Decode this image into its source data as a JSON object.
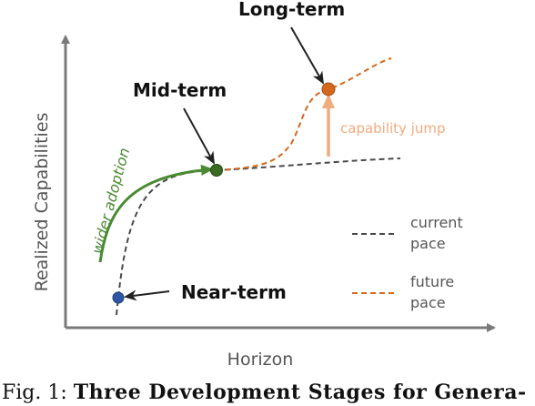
{
  "axes": {
    "x_label": "Horizon",
    "y_label": "Realized Capabilities"
  },
  "stages": {
    "near_term": "Near-term",
    "mid_term": "Mid-term",
    "long_term": "Long-term"
  },
  "annotations": {
    "wider_adoption": "wider adoption",
    "capability_jump": "capability jump"
  },
  "legend": {
    "current_line1": "current",
    "current_line2": "pace",
    "future_line1": "future",
    "future_line2": "pace"
  },
  "caption": {
    "prefix": "Fig. 1:",
    "title": "Three Development Stages for Genera-"
  },
  "colors": {
    "current_pace": "#4a4a4a",
    "future_pace": "#d2691e",
    "adoption_green": "#4a8a32",
    "near_dot": "#2f56a8",
    "mid_dot": "#3a6b22",
    "long_dot": "#d2691e",
    "jump_arrow": "#f0ab7e",
    "axis": "#7a7a7a"
  }
}
